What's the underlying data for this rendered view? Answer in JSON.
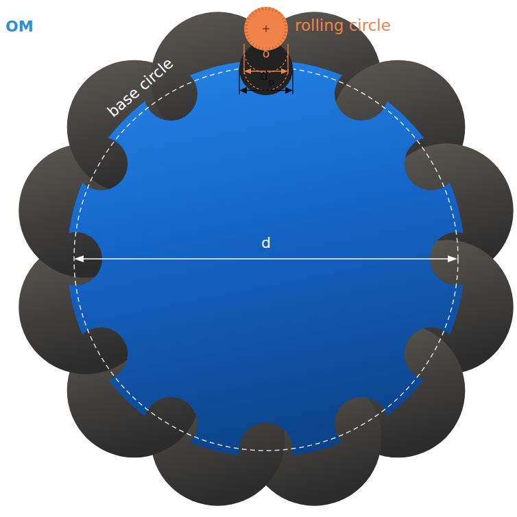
{
  "diagram": {
    "labels": [
      "OM",
      "rolling circle",
      "base circle",
      "δ",
      "d",
      "p",
      "d"
    ]
  }
}
